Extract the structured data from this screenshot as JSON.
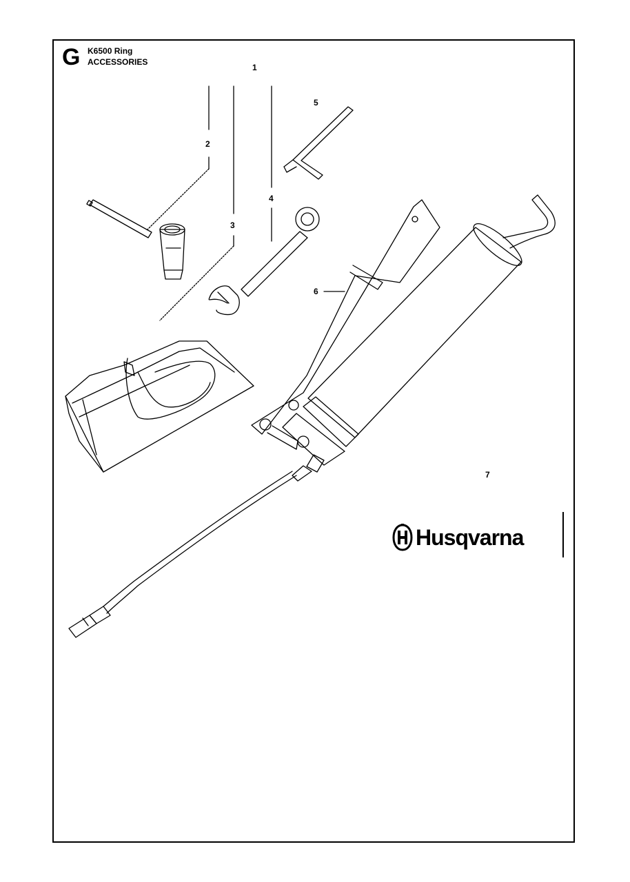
{
  "header": {
    "section_letter": "G",
    "model": "K6500 Ring",
    "section_title": "ACCESSORIES"
  },
  "callouts": {
    "c1": "1",
    "c2": "2",
    "c3": "3",
    "c4": "4",
    "c5": "5",
    "c6": "6",
    "c7": "7"
  },
  "brand": {
    "name": "Husqvarna",
    "icon": "husqvarna-crown-logo"
  }
}
